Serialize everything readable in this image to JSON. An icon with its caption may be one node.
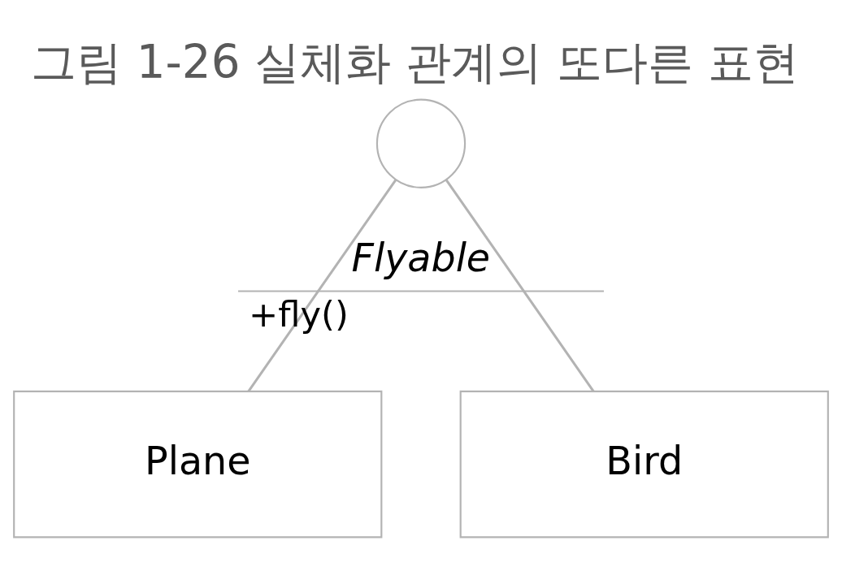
{
  "diagram": {
    "title": "그림 1-26 실체화 관계의 또다른 표현",
    "nodes": [
      {
        "text": [],
        "shape": "circle",
        "beside": [
          "Flyable",
          "+fly()"
        ]
      },
      {
        "text": [
          "Plane"
        ]
      },
      {
        "text": [
          "Bird"
        ]
      }
    ],
    "edges": [
      {
        "from": 0,
        "to": 1,
        "arrow": "none"
      },
      {
        "from": 0,
        "to": 2,
        "arrow": "none"
      }
    ]
  }
}
